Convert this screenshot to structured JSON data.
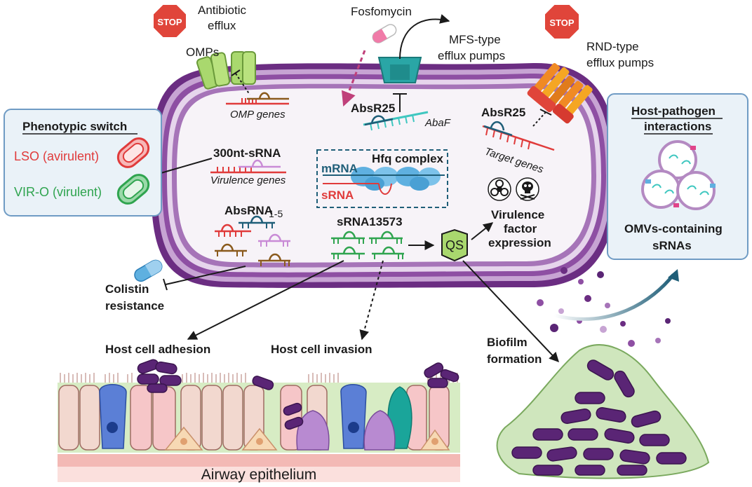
{
  "labels": {
    "stop_left": "STOP",
    "stop_right": "STOP",
    "antibiotic_efflux_line1": "Antibiotic",
    "antibiotic_efflux_line2": "efflux",
    "omps": "OMPs",
    "fosfomycin": "Fosfomycin",
    "mfs_line1": "MFS-type",
    "mfs_line2": "efflux pumps",
    "rnd_line1": "RND-type",
    "rnd_line2": "efflux pumps",
    "omp_genes": "OMP genes",
    "absr25_center": "AbsR25",
    "abaf": "AbaF",
    "absr25_right": "AbsR25",
    "target_genes": "Target genes",
    "phenotypic_switch": "Phenotypic switch",
    "lso": "LSO (avirulent)",
    "viro": "VIR-O (virulent)",
    "sRNA_300nt": "300nt-sRNA",
    "virulence_genes": "Virulence genes",
    "hfq_complex": "Hfq complex",
    "mrna": "mRNA",
    "srna": "sRNA",
    "absrna": "AbsRNA",
    "absrna_sub": "1-5",
    "srna13573": "sRNA13573",
    "qs": "QS",
    "virulence_line1": "Virulence",
    "virulence_line2": "factor",
    "virulence_line3": "expression",
    "host_pathogen_line1": "Host-pathogen",
    "host_pathogen_line2": "interactions",
    "omvs_line1": "OMVs-containing",
    "omvs_line2": "sRNAs",
    "colistin_line1": "Colistin",
    "colistin_line2": "resistance",
    "host_adhesion": "Host cell adhesion",
    "host_invasion": "Host cell invasion",
    "biofilm_line1": "Biofilm",
    "biofilm_line2": "formation",
    "airway": "Airway epithelium"
  },
  "colors": {
    "membrane_outer": "#6b2d82",
    "membrane_mid": "#a674b8",
    "cytoplasm": "#f7f3f8",
    "stop_red": "#e0453a",
    "lso_red": "#e03b3b",
    "viro_green": "#2fa44f",
    "panel_fill": "#eaf2f8",
    "panel_stroke": "#6f9bc4",
    "hfq_blue": "#5fb0e0",
    "bacteria_purple": "#5a2575",
    "biofilm_green": "#cfe6bd"
  },
  "icons": [
    "stop-sign-icon",
    "capsule-icon",
    "biohazard-icon",
    "skull-icon",
    "omv-icon",
    "bacterium-icon"
  ]
}
